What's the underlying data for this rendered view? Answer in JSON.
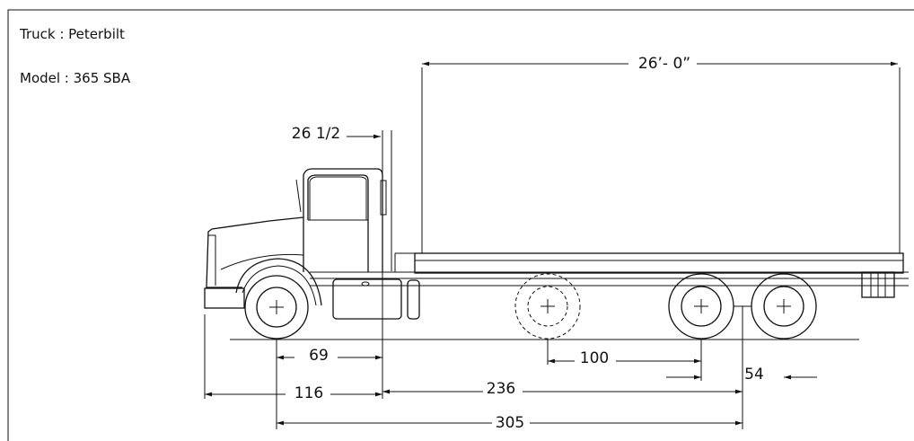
{
  "truck": {
    "label": "Truck : Peterbilt"
  },
  "model": {
    "label": "Model : 365 SBA"
  },
  "dimensions": {
    "body_length": "26’- 0”",
    "cab_gap": "26 1/2",
    "front_axle_to_cab": "69",
    "front_overhang": "116",
    "cab_to_rear": "236",
    "wheelbase": "305",
    "pusher_to_drive": "100",
    "tandem_half": "54"
  }
}
